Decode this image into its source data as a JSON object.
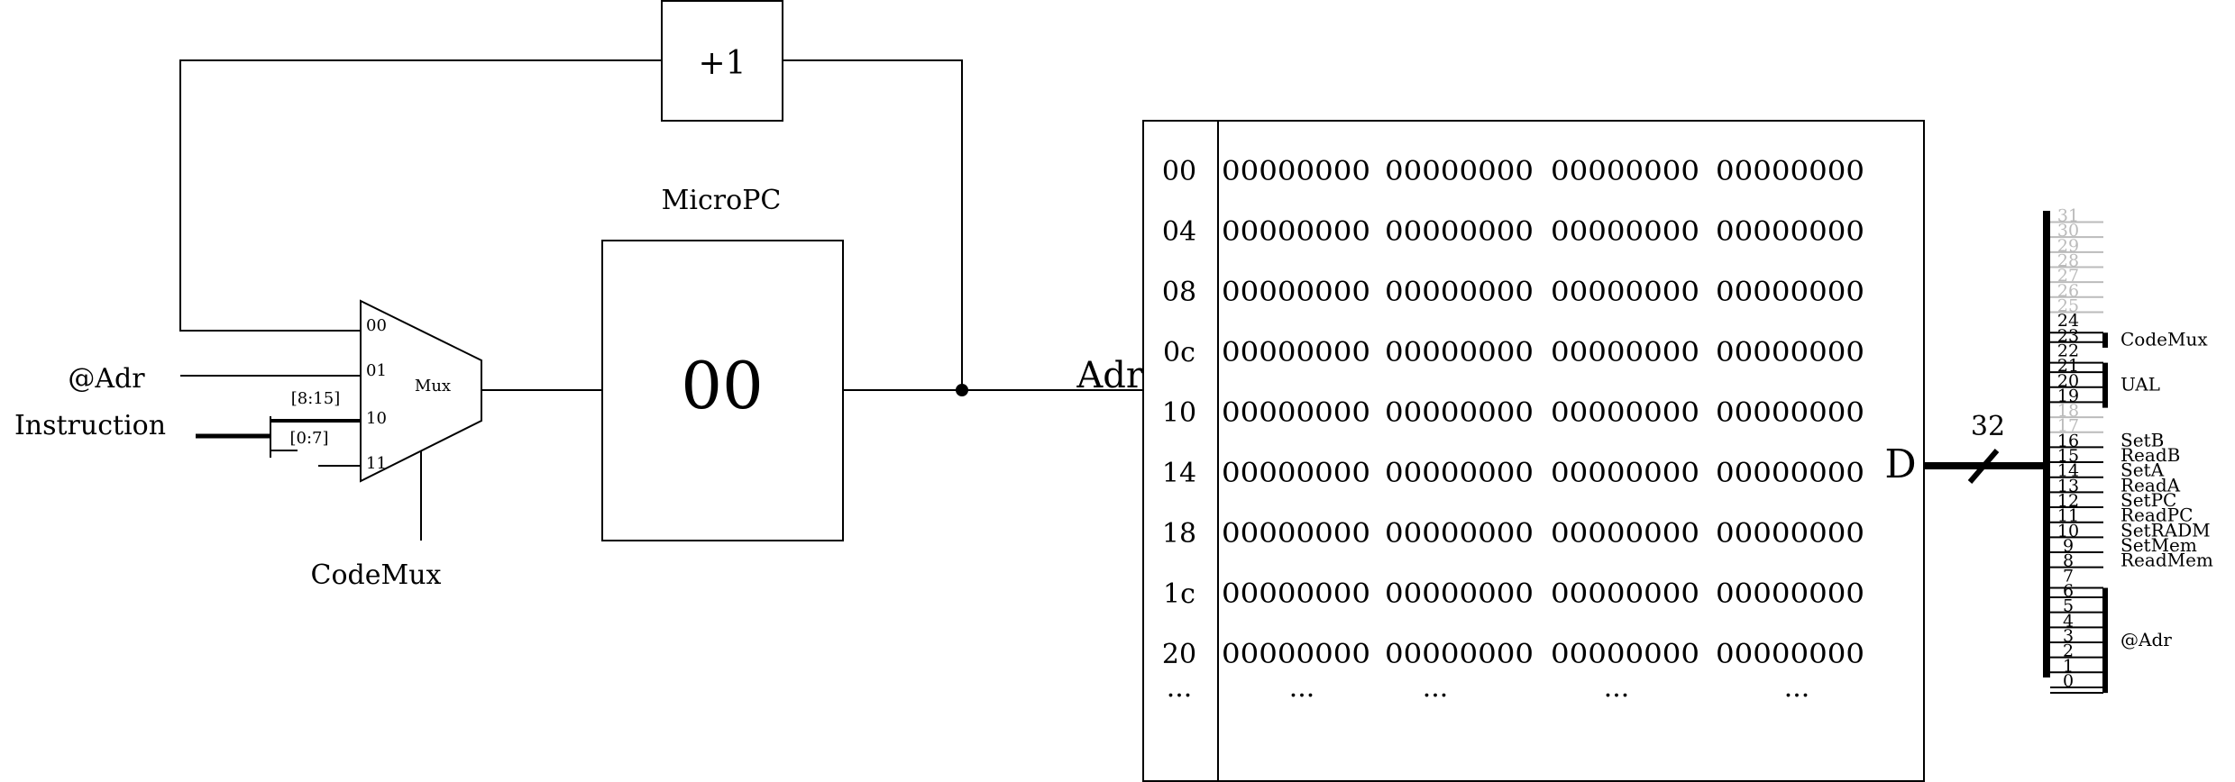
{
  "title": "Microprogrammed sequencer: MicroPC, Mux and microcode memory",
  "colors": {
    "line": "#000000",
    "unused_bit": "#bbbbbb",
    "background": "#ffffff"
  },
  "incrementer": {
    "label": "+1"
  },
  "micropc": {
    "title": "MicroPC",
    "value": "00"
  },
  "mux": {
    "label": "Mux",
    "inputs": [
      "00",
      "01",
      "10",
      "11"
    ],
    "select_label": "CodeMux"
  },
  "inputs": {
    "adr_label": "@Adr",
    "instruction_label": "Instruction",
    "instruction_split": [
      "[8:15]",
      "[0:7]"
    ]
  },
  "memory": {
    "addr_port": "Adr",
    "data_port": "D",
    "bus_width": "32",
    "rows": [
      {
        "addr": "00",
        "words": [
          "00000000",
          "00000000",
          "00000000",
          "00000000"
        ]
      },
      {
        "addr": "04",
        "words": [
          "00000000",
          "00000000",
          "00000000",
          "00000000"
        ]
      },
      {
        "addr": "08",
        "words": [
          "00000000",
          "00000000",
          "00000000",
          "00000000"
        ]
      },
      {
        "addr": "0c",
        "words": [
          "00000000",
          "00000000",
          "00000000",
          "00000000"
        ]
      },
      {
        "addr": "10",
        "words": [
          "00000000",
          "00000000",
          "00000000",
          "00000000"
        ]
      },
      {
        "addr": "14",
        "words": [
          "00000000",
          "00000000",
          "00000000",
          "00000000"
        ]
      },
      {
        "addr": "18",
        "words": [
          "00000000",
          "00000000",
          "00000000",
          "00000000"
        ]
      },
      {
        "addr": "1c",
        "words": [
          "00000000",
          "00000000",
          "00000000",
          "00000000"
        ]
      },
      {
        "addr": "20",
        "words": [
          "00000000",
          "00000000",
          "00000000",
          "00000000"
        ]
      }
    ],
    "ellipsis": "···"
  },
  "bit_fields": {
    "bits": [
      {
        "n": "31",
        "used": false
      },
      {
        "n": "30",
        "used": false
      },
      {
        "n": "29",
        "used": false
      },
      {
        "n": "28",
        "used": false
      },
      {
        "n": "27",
        "used": false
      },
      {
        "n": "26",
        "used": false
      },
      {
        "n": "25",
        "used": false
      },
      {
        "n": "24",
        "used": true
      },
      {
        "n": "23",
        "used": true
      },
      {
        "n": "22",
        "used": true
      },
      {
        "n": "21",
        "used": true
      },
      {
        "n": "20",
        "used": true
      },
      {
        "n": "19",
        "used": true
      },
      {
        "n": "18",
        "used": false
      },
      {
        "n": "17",
        "used": false
      },
      {
        "n": "16",
        "used": true
      },
      {
        "n": "15",
        "used": true
      },
      {
        "n": "14",
        "used": true
      },
      {
        "n": "13",
        "used": true
      },
      {
        "n": "12",
        "used": true
      },
      {
        "n": "11",
        "used": true
      },
      {
        "n": "10",
        "used": true
      },
      {
        "n": "9",
        "used": true
      },
      {
        "n": "8",
        "used": true
      },
      {
        "n": "7",
        "used": true
      },
      {
        "n": "6",
        "used": true
      },
      {
        "n": "5",
        "used": true
      },
      {
        "n": "4",
        "used": true
      },
      {
        "n": "3",
        "used": true
      },
      {
        "n": "2",
        "used": true
      },
      {
        "n": "1",
        "used": true
      },
      {
        "n": "0",
        "used": true
      }
    ],
    "groups": [
      {
        "label": "CodeMux",
        "from": 23,
        "to": 23
      },
      {
        "label": "UAL",
        "from": 19,
        "to": 21
      },
      {
        "label": "@Adr",
        "from": 0,
        "to": 6
      }
    ],
    "signals": [
      {
        "label": "SetB",
        "bit": 16
      },
      {
        "label": "ReadB",
        "bit": 15
      },
      {
        "label": "SetA",
        "bit": 14
      },
      {
        "label": "ReadA",
        "bit": 13
      },
      {
        "label": "SetPC",
        "bit": 12
      },
      {
        "label": "ReadPC",
        "bit": 11
      },
      {
        "label": "SetRADM",
        "bit": 10
      },
      {
        "label": "SetMem",
        "bit": 9
      },
      {
        "label": "ReadMem",
        "bit": 8
      }
    ]
  }
}
